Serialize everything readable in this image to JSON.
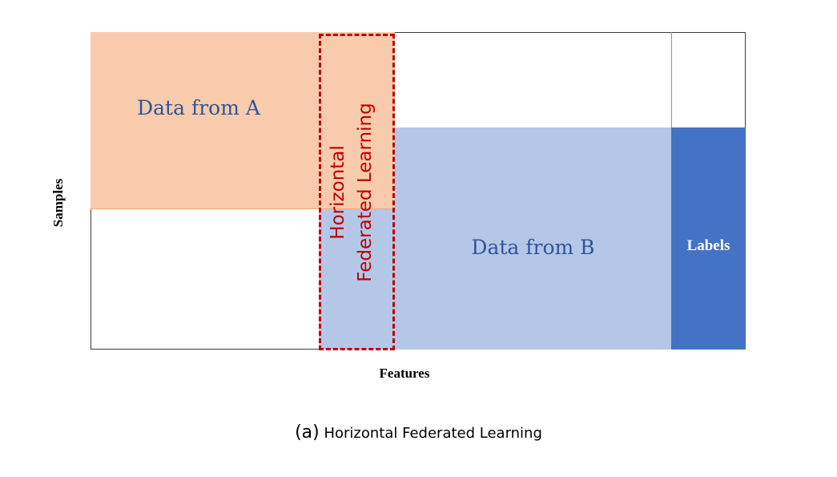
{
  "diagram": {
    "region_a_label": "Data from A",
    "region_b_label": "Data from B",
    "labels_label": "Labels",
    "highlight_line1": "Horizontal",
    "highlight_line2": "Federated Learning",
    "y_axis_label": "Samples",
    "x_axis_label": "Features"
  },
  "caption": {
    "tag": "(a)",
    "text": "Horizontal Federated Learning"
  },
  "colors": {
    "data_a": "#f8cbad",
    "data_b": "#b4c7e7",
    "labels": "#4472c4",
    "highlight": "#c00000",
    "text_blue": "#2f5597"
  }
}
